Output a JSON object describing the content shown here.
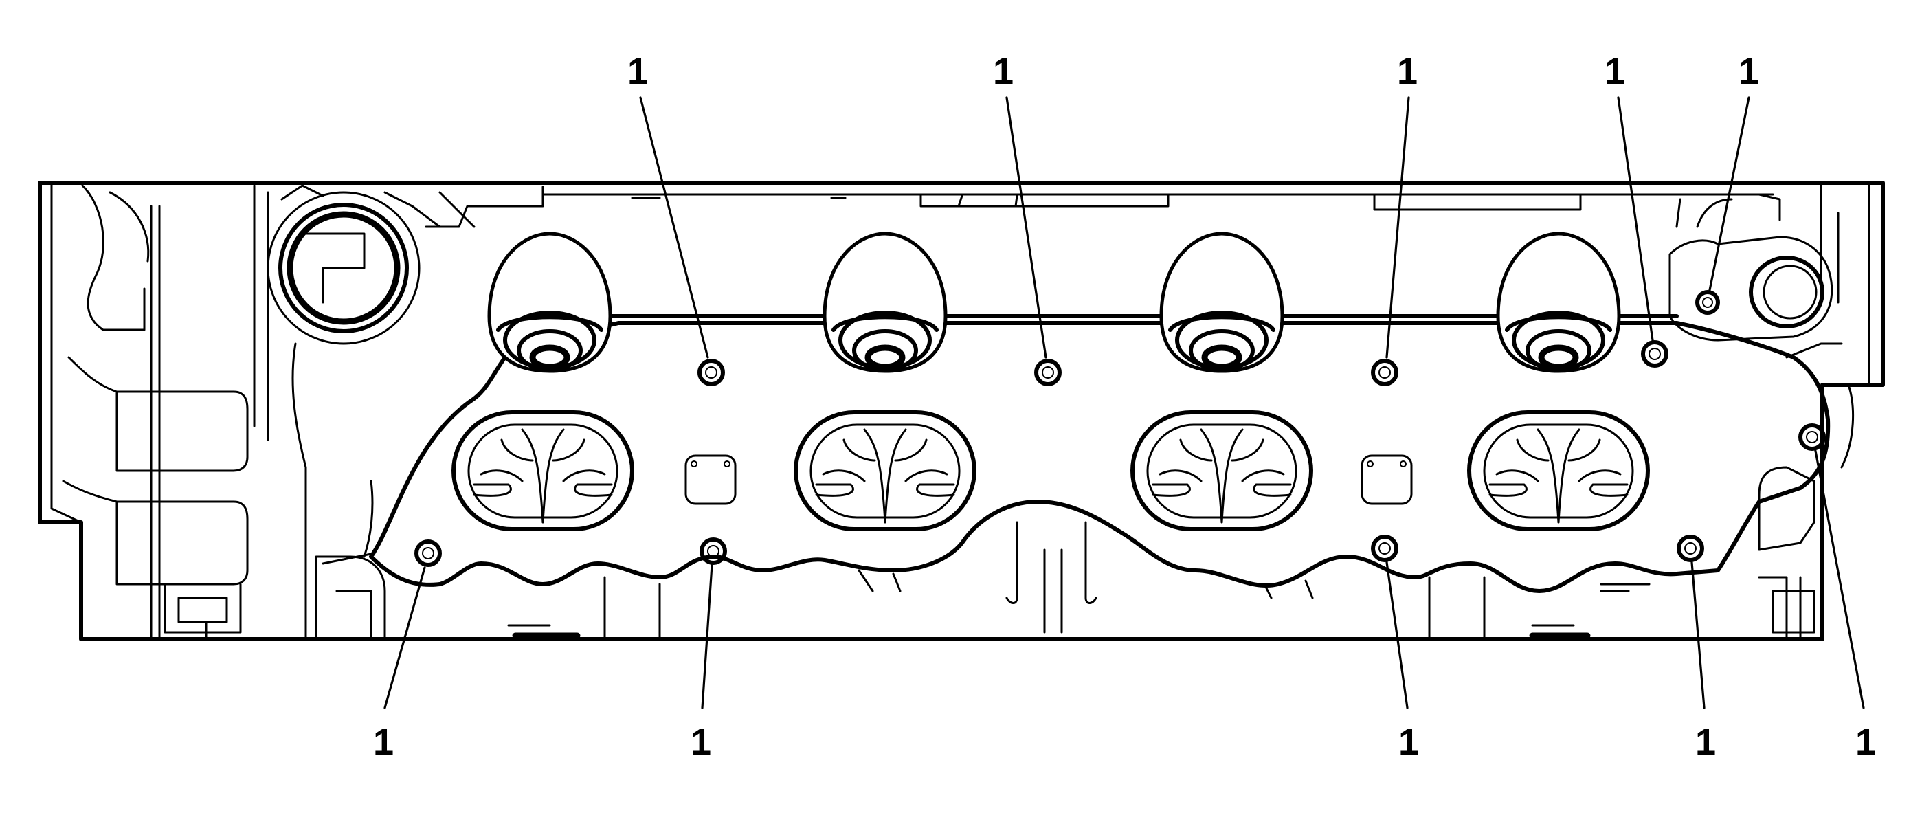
{
  "diagram": {
    "callout_label": "1",
    "top_callouts": [
      {
        "label": "1"
      },
      {
        "label": "1"
      },
      {
        "label": "1"
      },
      {
        "label": "1"
      },
      {
        "label": "1"
      }
    ],
    "bottom_callouts": [
      {
        "label": "1"
      },
      {
        "label": "1"
      },
      {
        "label": "1"
      },
      {
        "label": "1"
      },
      {
        "label": "1"
      }
    ]
  }
}
